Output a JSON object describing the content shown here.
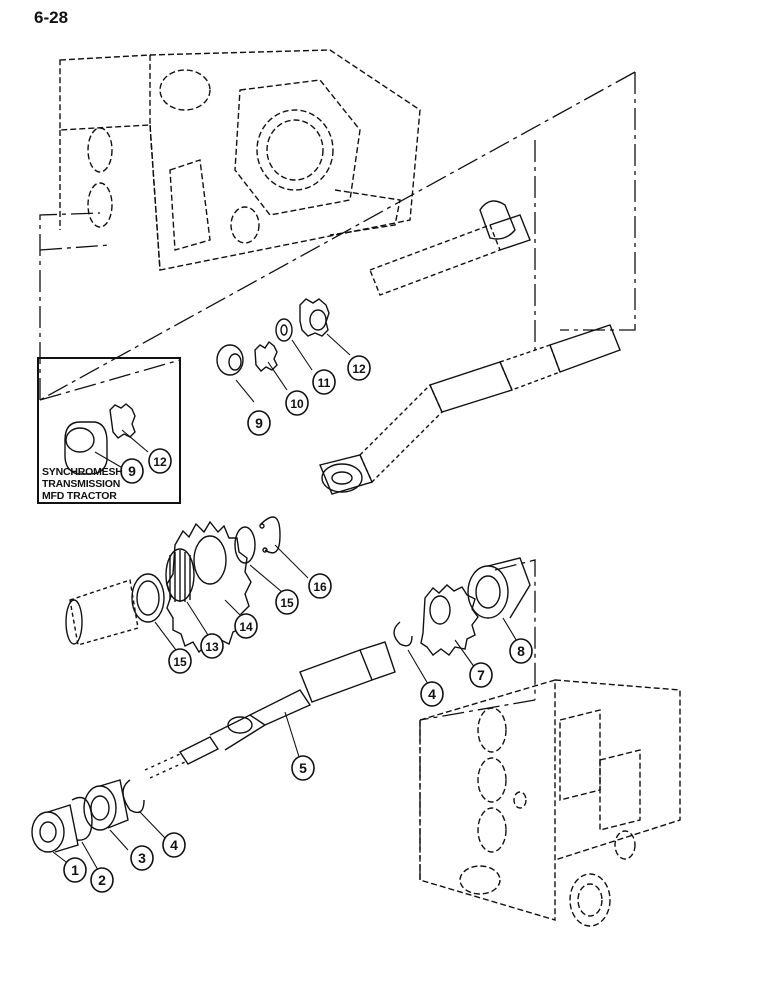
{
  "page": {
    "number": "6-28"
  },
  "inset": {
    "lines": [
      "SYNCHROMESH",
      "TRANSMISSION",
      "MFD TRACTOR"
    ]
  },
  "callouts": [
    {
      "id": "c1",
      "label": "1"
    },
    {
      "id": "c2",
      "label": "2"
    },
    {
      "id": "c3",
      "label": "3"
    },
    {
      "id": "c4a",
      "label": "4"
    },
    {
      "id": "c4b",
      "label": "4"
    },
    {
      "id": "c5",
      "label": "5"
    },
    {
      "id": "c7",
      "label": "7"
    },
    {
      "id": "c8",
      "label": "8"
    },
    {
      "id": "c9a",
      "label": "9"
    },
    {
      "id": "c9b",
      "label": "9"
    },
    {
      "id": "c10",
      "label": "10"
    },
    {
      "id": "c11",
      "label": "11"
    },
    {
      "id": "c12a",
      "label": "12"
    },
    {
      "id": "c12b",
      "label": "12"
    },
    {
      "id": "c13",
      "label": "13"
    },
    {
      "id": "c14",
      "label": "14"
    },
    {
      "id": "c15a",
      "label": "15"
    },
    {
      "id": "c15b",
      "label": "15"
    },
    {
      "id": "c16",
      "label": "16"
    }
  ]
}
